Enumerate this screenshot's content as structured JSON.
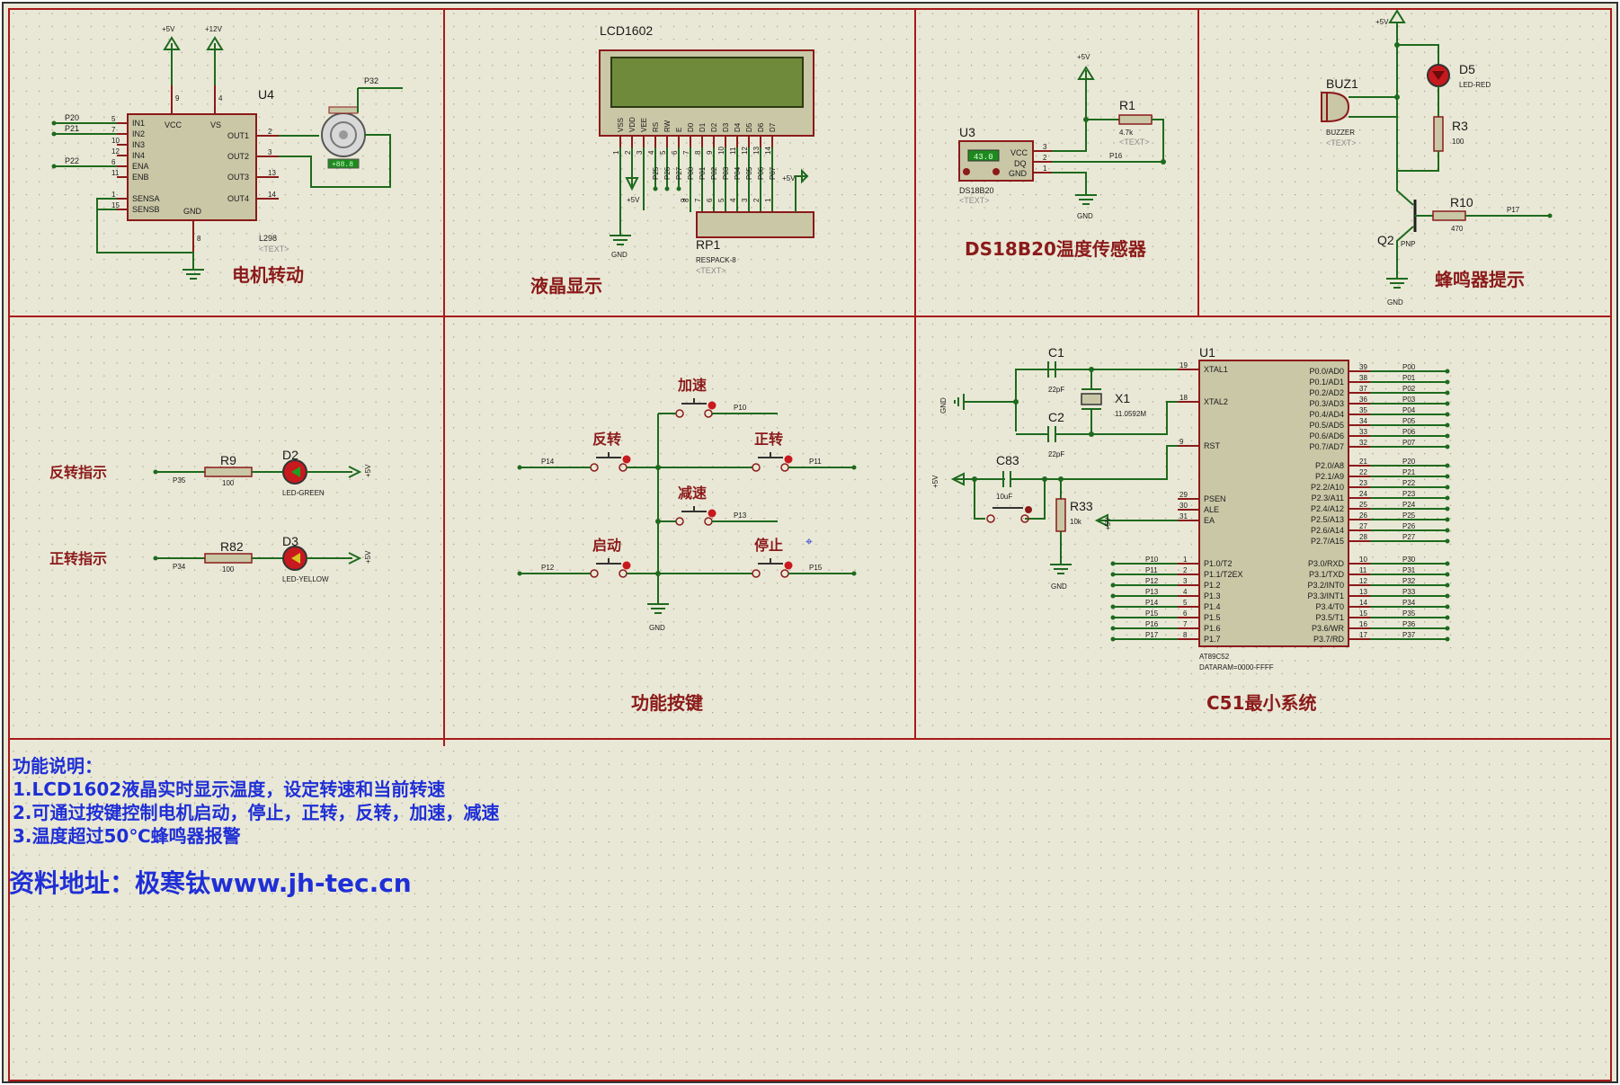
{
  "colors": {
    "background": "#e9e8d6",
    "wire": "#1e6a1e",
    "frame": "#a81a1a",
    "section_title": "#8b1a1a",
    "note": "#1f2fd6",
    "component_body": "#c9c7a6"
  },
  "sections": {
    "motor": "电机转动",
    "lcd": "液晶显示",
    "ds18b20": "DS18B20温度传感器",
    "buzzer": "蜂鸣器提示",
    "keys": "功能按键",
    "c51": "C51最小系统"
  },
  "motor": {
    "ref": "U4",
    "part": "L298",
    "text": "<TEXT>",
    "vcc": "+5V",
    "vs": "+12V",
    "motor_ref": "P32",
    "in_nets": [
      "P20",
      "P21",
      "",
      "P22"
    ],
    "pins_left": [
      "IN1",
      "IN2",
      "IN3",
      "IN4",
      "ENA",
      "ENB",
      "SENSA",
      "SENSB"
    ],
    "pin_nums_left": [
      "5",
      "7",
      "10",
      "12",
      "6",
      "11",
      "1",
      "15"
    ],
    "pins_top": [
      "VCC",
      "VS"
    ],
    "pin_nums_top": [
      "9",
      "4"
    ],
    "pins_right": [
      "OUT1",
      "OUT2",
      "OUT3",
      "OUT4"
    ],
    "pin_nums_right": [
      "2",
      "3",
      "13",
      "14"
    ],
    "gnd": "GND",
    "gnd_num": "8",
    "motor_display": "+88.8"
  },
  "lcd": {
    "title": "LCD1602",
    "pins": [
      "VSS",
      "VDD",
      "VEE",
      "RS",
      "RW",
      "E",
      "D0",
      "D1",
      "D2",
      "D3",
      "D4",
      "D5",
      "D6",
      "D7"
    ],
    "pin_nums": [
      "1",
      "2",
      "3",
      "4",
      "5",
      "6",
      "7",
      "8",
      "9",
      "10",
      "11",
      "12",
      "13",
      "14"
    ],
    "nets": [
      "P25",
      "P26",
      "P27",
      "P00",
      "P01",
      "P02",
      "P03",
      "P04",
      "P05",
      "P06",
      "P07"
    ],
    "rp_ref": "RP1",
    "rp_part": "RESPACK-8",
    "rp_text": "<TEXT>",
    "rp_nums": [
      "9",
      "8",
      "7",
      "6",
      "5",
      "4",
      "3",
      "2",
      "1"
    ],
    "vcc": "+5V",
    "gnd": "GND"
  },
  "ds18b20": {
    "ref": "U3",
    "part": "DS18B20",
    "text": "<TEXT>",
    "display": "43.0",
    "pins": [
      "VCC",
      "DQ",
      "GND"
    ],
    "pin_nums": [
      "3",
      "2",
      "1"
    ],
    "r_ref": "R1",
    "r_val": "4.7k",
    "r_text": "<TEXT>",
    "vcc": "+5V",
    "net": "P16",
    "gnd": "GND"
  },
  "buzzer": {
    "ref": "BUZ1",
    "part": "BUZZER",
    "text": "<TEXT>",
    "led_ref": "D5",
    "led_part": "LED-RED",
    "r3_ref": "R3",
    "r3_val": "100",
    "q_ref": "Q2",
    "q_part": "PNP",
    "r10_ref": "R10",
    "r10_val": "470",
    "net": "P17",
    "vcc": "+5V",
    "gnd": "GND"
  },
  "indicators": [
    {
      "label": "反转指示",
      "net": "P35",
      "r_ref": "R9",
      "r_val": "100",
      "d_ref": "D2",
      "d_part": "LED-GREEN",
      "vcc": "+5V",
      "color": "#1ea01e"
    },
    {
      "label": "正转指示",
      "net": "P34",
      "r_ref": "R82",
      "r_val": "100",
      "d_ref": "D3",
      "d_part": "LED-YELLOW",
      "vcc": "+5V",
      "color": "#d6c41e"
    }
  ],
  "keys": {
    "accel": {
      "label": "加速",
      "net": "P10"
    },
    "reverse": {
      "label": "反转",
      "net": "P14"
    },
    "forward": {
      "label": "正转",
      "net": "P11"
    },
    "decel": {
      "label": "减速",
      "net": "P13"
    },
    "start": {
      "label": "启动",
      "net": "P12"
    },
    "stop": {
      "label": "停止",
      "net": "P15"
    },
    "gnd": "GND"
  },
  "c51": {
    "ref": "U1",
    "part": "AT89C52",
    "dataram": "DATARAM=0000-FFFF",
    "c1_ref": "C1",
    "c1_val": "22pF",
    "c2_ref": "C2",
    "c2_val": "22pF",
    "x_ref": "X1",
    "x_val": "11.0592M",
    "c83_ref": "C83",
    "c83_val": "10uF",
    "r33_ref": "R33",
    "r33_val": "10k",
    "gnd": "GND",
    "vcc": "+5V",
    "left_pins": [
      "XTAL1",
      "XTAL2",
      "RST",
      "PSEN",
      "ALE",
      "EA"
    ],
    "left_nums": [
      "19",
      "18",
      "9",
      "29",
      "30",
      "31"
    ],
    "p1_pins": [
      "P1.0/T2",
      "P1.1/T2EX",
      "P1.2",
      "P1.3",
      "P1.4",
      "P1.5",
      "P1.6",
      "P1.7"
    ],
    "p1_nums": [
      "1",
      "2",
      "3",
      "4",
      "5",
      "6",
      "7",
      "8"
    ],
    "p1_nets": [
      "P10",
      "P11",
      "P12",
      "P13",
      "P14",
      "P15",
      "P16",
      "P17"
    ],
    "p0_pins": [
      "P0.0/AD0",
      "P0.1/AD1",
      "P0.2/AD2",
      "P0.3/AD3",
      "P0.4/AD4",
      "P0.5/AD5",
      "P0.6/AD6",
      "P0.7/AD7"
    ],
    "p0_nums": [
      "39",
      "38",
      "37",
      "36",
      "35",
      "34",
      "33",
      "32"
    ],
    "p0_nets": [
      "P00",
      "P01",
      "P02",
      "P03",
      "P04",
      "P05",
      "P06",
      "P07"
    ],
    "p2_pins": [
      "P2.0/A8",
      "P2.1/A9",
      "P2.2/A10",
      "P2.3/A11",
      "P2.4/A12",
      "P2.5/A13",
      "P2.6/A14",
      "P2.7/A15"
    ],
    "p2_nums": [
      "21",
      "22",
      "23",
      "24",
      "25",
      "26",
      "27",
      "28"
    ],
    "p2_nets": [
      "P20",
      "P21",
      "P22",
      "P23",
      "P24",
      "P25",
      "P26",
      "P27"
    ],
    "p3_pins": [
      "P3.0/RXD",
      "P3.1/TXD",
      "P3.2/INT0",
      "P3.3/INT1",
      "P3.4/T0",
      "P3.5/T1",
      "P3.6/WR",
      "P3.7/RD"
    ],
    "p3_nums": [
      "10",
      "11",
      "12",
      "13",
      "14",
      "15",
      "16",
      "17"
    ],
    "p3_nets": [
      "P30",
      "P31",
      "P32",
      "P33",
      "P34",
      "P35",
      "P36",
      "P37"
    ]
  },
  "notes": {
    "heading": "功能说明：",
    "lines": [
      "1.LCD1602液晶实时显示温度，设定转速和当前转速",
      "2.可通过按键控制电机启动，停止，正转，反转，加速，减速",
      "3.温度超过50℃蜂鸣器报警"
    ],
    "link": "资料地址：极寒钛www.jh-tec.cn"
  }
}
